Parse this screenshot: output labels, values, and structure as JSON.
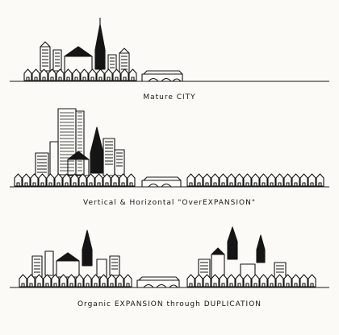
{
  "captions": {
    "mature": "Mature CITY",
    "vertical": "Vertical & Horizontal \"OverEXPANSION\"",
    "organic": "Organic EXPANSION through DUPLICATION"
  },
  "colors": {
    "ink": "#151515",
    "paper": "#fbfaf6"
  }
}
